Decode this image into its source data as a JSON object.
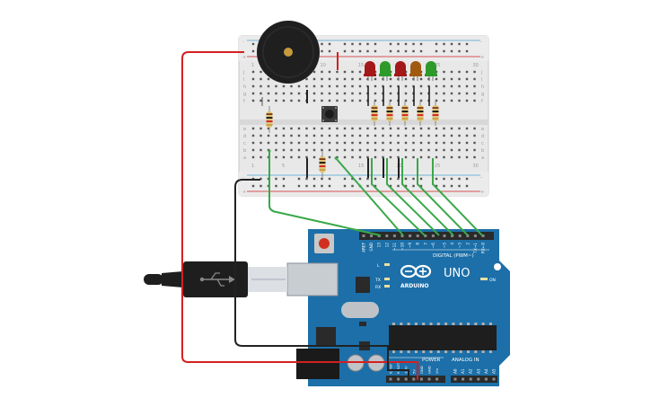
{
  "colors": {
    "board": "#1c6fa8",
    "board_dark": "#14527e",
    "breadboard": "#e6e6e6",
    "rail_red": "#d02020",
    "wire_red": "#d42020",
    "wire_black": "#222222",
    "wire_green": "#3aa84a",
    "led_red": "#a31818",
    "led_green": "#2e9a2a",
    "led_orange": "#a05a10"
  },
  "breadboard": {
    "rail_plus": "+",
    "rail_minus": "-",
    "row_letters_top": [
      "j",
      "i",
      "h",
      "g",
      "f"
    ],
    "row_letters_bottom": [
      "e",
      "d",
      "c",
      "b",
      "a"
    ],
    "column_numbers": [
      "1",
      "5",
      "10",
      "15",
      "20",
      "25",
      "30"
    ]
  },
  "leds": [
    {
      "name": "led-red-1",
      "color": "red"
    },
    {
      "name": "led-green-1",
      "color": "green"
    },
    {
      "name": "led-red-2",
      "color": "red"
    },
    {
      "name": "led-orange",
      "color": "orange"
    },
    {
      "name": "led-green-2",
      "color": "green"
    }
  ],
  "arduino": {
    "brand": "ARDUINO",
    "model": "UNO",
    "digital_label": "DIGITAL (PWM~)",
    "power_label": "POWER",
    "analog_label": "ANALOG IN",
    "on_label": "ON",
    "led_l": "L",
    "led_tx": "TX",
    "led_rx": "RX",
    "digital_pins": [
      "AREF",
      "GND",
      "13",
      "12",
      "~11",
      "~10",
      "~9",
      "8",
      "7",
      "~6",
      "~5",
      "4",
      "~3",
      "2",
      "TX→1",
      "RX←0"
    ],
    "power_pins": [
      "IOREF",
      "RESET",
      "3.3V",
      "5V",
      "GND",
      "GND",
      "Vin"
    ],
    "analog_pins": [
      "A0",
      "A1",
      "A2",
      "A3",
      "A4",
      "A5"
    ]
  }
}
